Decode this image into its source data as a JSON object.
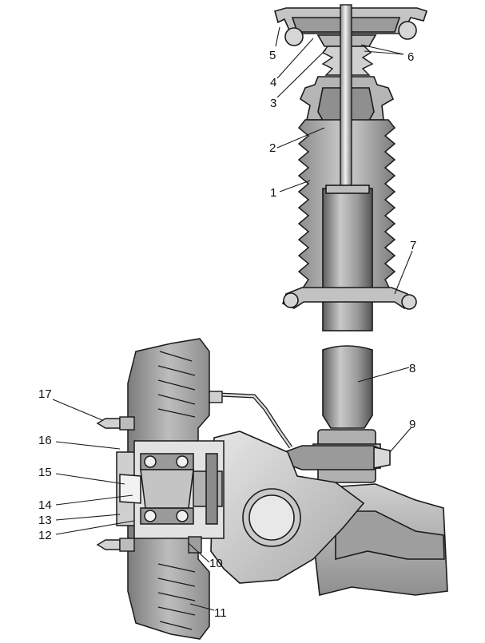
{
  "diagram": {
    "callouts": [
      {
        "id": "5",
        "text": "5"
      },
      {
        "id": "4",
        "text": "4"
      },
      {
        "id": "3",
        "text": "3"
      },
      {
        "id": "6",
        "text": "6"
      },
      {
        "id": "2",
        "text": "2"
      },
      {
        "id": "1",
        "text": "1"
      },
      {
        "id": "7",
        "text": "7"
      },
      {
        "id": "8",
        "text": "8"
      },
      {
        "id": "9",
        "text": "9"
      },
      {
        "id": "17",
        "text": "17"
      },
      {
        "id": "16",
        "text": "16"
      },
      {
        "id": "15",
        "text": "15"
      },
      {
        "id": "14",
        "text": "14"
      },
      {
        "id": "13",
        "text": "13"
      },
      {
        "id": "12",
        "text": "12"
      },
      {
        "id": "10",
        "text": "10"
      },
      {
        "id": "11",
        "text": "11"
      }
    ],
    "colors": {
      "line": "#1a1a1a",
      "metal_light": "#d9d9d9",
      "metal_mid": "#a8a8a8",
      "metal_dark": "#6e6e6e",
      "background": "#ffffff"
    }
  }
}
